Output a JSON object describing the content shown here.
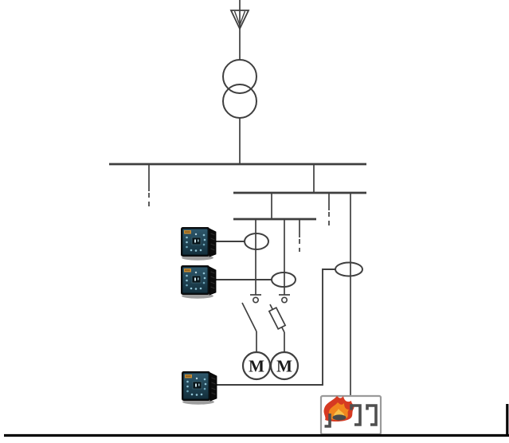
{
  "diagram": {
    "type": "electrical-single-line-diagram",
    "motors": [
      {
        "label": "M"
      },
      {
        "label": "M"
      }
    ],
    "components": [
      "incoming-supply-arrow",
      "two-winding-transformer",
      "main-busbar",
      "spare-feeder-dashed-left",
      "sub-busbar",
      "spare-feeder-dashed-middle",
      "motor-control-busbar",
      "spare-feeder-dashed-small",
      "protection-relay-top",
      "protection-relay-middle",
      "protection-relay-bottom",
      "current-transformer-1",
      "current-transformer-2",
      "current-transformer-3",
      "disconnector-switch",
      "fuse-disconnector-switch",
      "motor-1",
      "motor-2",
      "arc-flash-fault-box"
    ],
    "colors": {
      "background": "#ffffff",
      "line": "#3f3f3f",
      "busbar": "#3f3f3f",
      "relay_face": "#24485a",
      "relay_case": "#0c0c0c",
      "relay_label": "#c58a33",
      "flame_red": "#d63a22",
      "flame_orange": "#f1861e",
      "flame_yellow": "#f7c04a",
      "fault_box_border": "#9a9a9a",
      "fault_glyph": "#4f4f4f",
      "page_border": "#000000"
    }
  }
}
